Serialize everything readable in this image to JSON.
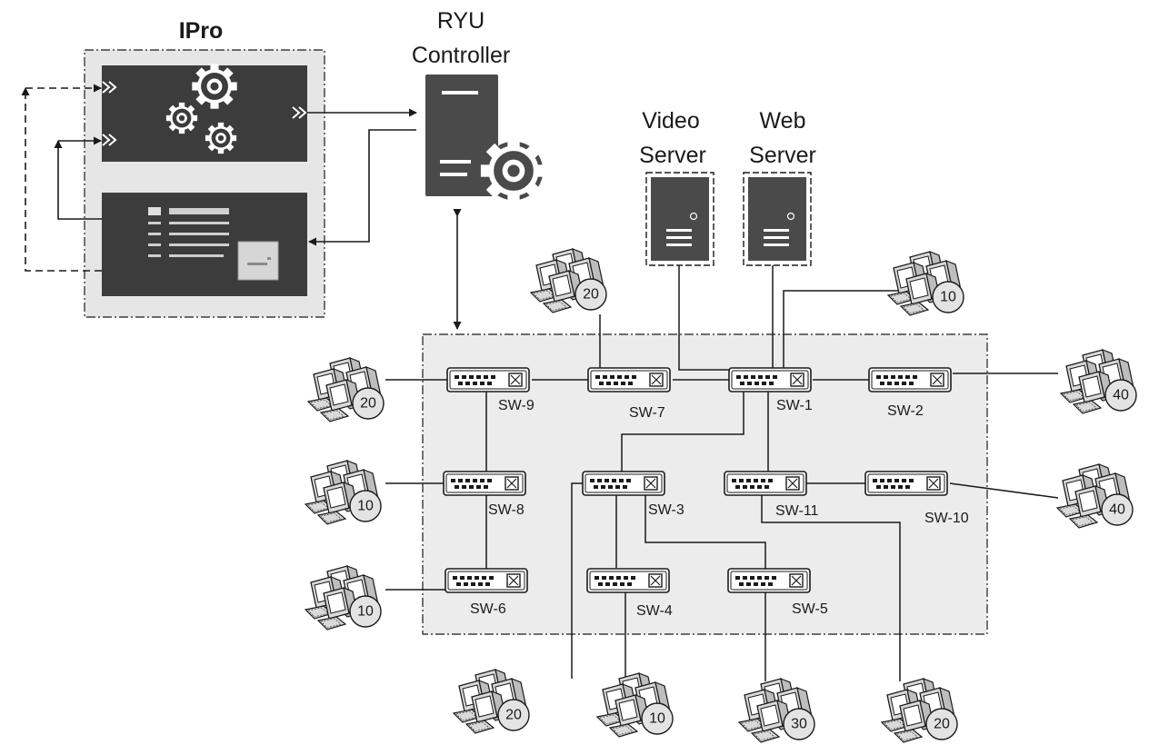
{
  "ipro": {
    "title": "IPro"
  },
  "controller": {
    "label_line1": "RYU",
    "label_line2": "Controller"
  },
  "servers": {
    "video": {
      "line1": "Video",
      "line2": "Server"
    },
    "web": {
      "line1": "Web",
      "line2": "Server"
    }
  },
  "switches": [
    {
      "id": "sw-9",
      "label": "SW-9"
    },
    {
      "id": "sw-7",
      "label": "SW-7"
    },
    {
      "id": "sw-1",
      "label": "SW-1"
    },
    {
      "id": "sw-2",
      "label": "SW-2"
    },
    {
      "id": "sw-8",
      "label": "SW-8"
    },
    {
      "id": "sw-3",
      "label": "SW-3"
    },
    {
      "id": "sw-11",
      "label": "SW-11"
    },
    {
      "id": "sw-10",
      "label": "SW-10"
    },
    {
      "id": "sw-6",
      "label": "SW-6"
    },
    {
      "id": "sw-4",
      "label": "SW-4"
    },
    {
      "id": "sw-5",
      "label": "SW-5"
    }
  ],
  "host_groups": [
    {
      "id": "hosts-sw7",
      "count": "20"
    },
    {
      "id": "hosts-sw1",
      "count": "10"
    },
    {
      "id": "hosts-sw9",
      "count": "20"
    },
    {
      "id": "hosts-sw2",
      "count": "40"
    },
    {
      "id": "hosts-sw8",
      "count": "10"
    },
    {
      "id": "hosts-sw10",
      "count": "40"
    },
    {
      "id": "hosts-sw6",
      "count": "10"
    },
    {
      "id": "hosts-sw3",
      "count": "20"
    },
    {
      "id": "hosts-sw4",
      "count": "10"
    },
    {
      "id": "hosts-sw5",
      "count": "30"
    },
    {
      "id": "hosts-sw11",
      "count": "20"
    }
  ],
  "icons": {
    "analytics_panel": "gears-icon",
    "report_panel": "document-icon",
    "controller": "server-gear-icon",
    "server": "server-tower-icon",
    "switch": "network-switch-icon",
    "host_group": "workstation-cluster-icon"
  },
  "colors": {
    "panel_dark": "#3c3c3c",
    "panel_bg": "#e6e6e6",
    "device_grey": "#4a4a4a",
    "host_fill": "#d9d9d9",
    "line": "#1a1a1a"
  }
}
